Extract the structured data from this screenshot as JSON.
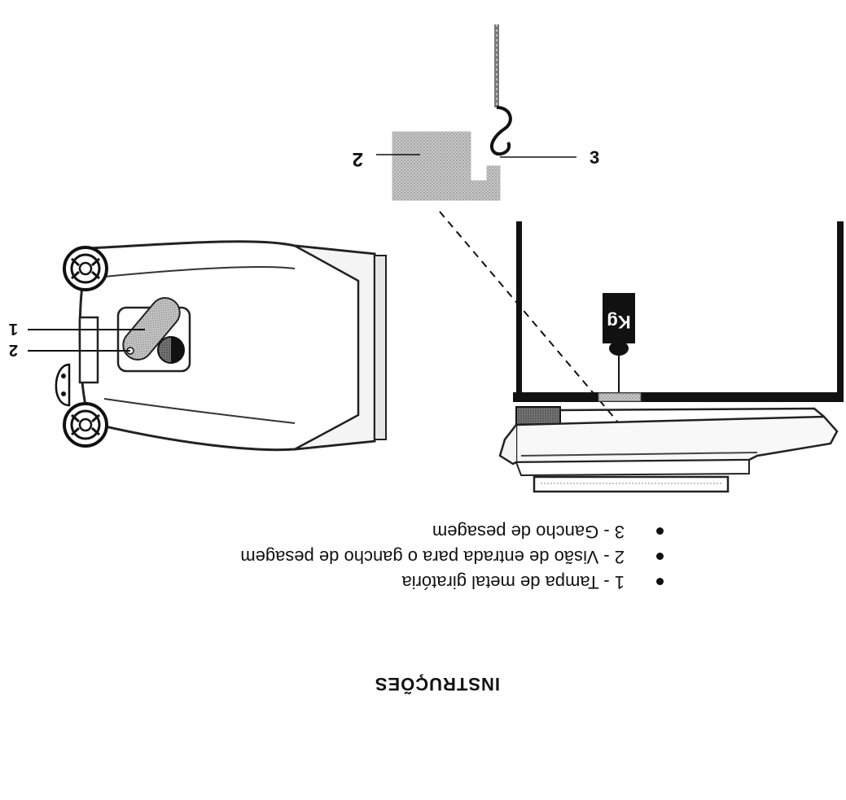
{
  "document": {
    "title": "INSTRUÇÕES",
    "legend": [
      {
        "text": "1 - Tampa de metal giratória"
      },
      {
        "text": "2 - Visão de entrada para o gancho de pesagem"
      },
      {
        "text": "3 - Gancho de pesagem"
      }
    ],
    "callouts": {
      "bottom_view": [
        "1",
        "2"
      ],
      "detail_label_2": "2",
      "detail_label_3": "3",
      "weight_label": "Kg"
    }
  }
}
